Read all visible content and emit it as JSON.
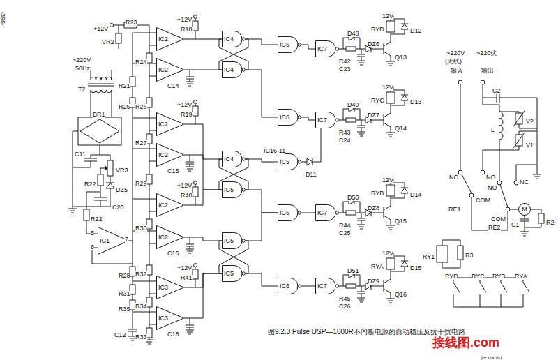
{
  "diagram": {
    "caption": "图9.2.3 Pulse USP—1000R不间断电源的自动稳压及抗干扰电路",
    "nodes": [
      {
        "text": [
          "IC2"
        ]
      },
      {
        "text": [
          "IC2"
        ]
      },
      {
        "text": [
          "IC2"
        ]
      },
      {
        "text": [
          "IC2"
        ]
      },
      {
        "text": [
          "IC2"
        ]
      },
      {
        "text": [
          "IC2"
        ]
      },
      {
        "text": [
          "IC3"
        ]
      },
      {
        "text": [
          "IC3"
        ]
      },
      {
        "text": [
          "IC1"
        ]
      },
      {
        "text": [
          "IC4"
        ]
      },
      {
        "text": [
          "IC4"
        ]
      },
      {
        "text": [
          "IC4"
        ]
      },
      {
        "text": [
          "IC5"
        ]
      },
      {
        "text": [
          "IC5"
        ]
      },
      {
        "text": [
          "IC5"
        ]
      },
      {
        "text": [
          "IC6"
        ]
      },
      {
        "text": [
          "IC6"
        ]
      },
      {
        "text": [
          "IC5"
        ]
      },
      {
        "text": [
          "IC6"
        ]
      },
      {
        "text": [
          "IC6"
        ]
      },
      {
        "text": [
          "IC7"
        ]
      },
      {
        "text": [
          "IC7"
        ]
      },
      {
        "text": [
          "IC7"
        ]
      },
      {
        "text": [
          "IC7"
        ]
      },
      {
        "text": [
          "M"
        ]
      }
    ],
    "edges": [
      {
        "from": 0,
        "to": 9,
        "arrow": "none"
      },
      {
        "from": 1,
        "to": 10,
        "arrow": "none"
      },
      {
        "from": 2,
        "to": 11,
        "arrow": "none"
      },
      {
        "from": 3,
        "to": 12,
        "arrow": "none"
      },
      {
        "from": 4,
        "to": 12,
        "arrow": "none"
      },
      {
        "from": 5,
        "to": 13,
        "arrow": "none"
      },
      {
        "from": 6,
        "to": 14,
        "arrow": "none"
      },
      {
        "from": 7,
        "to": 14,
        "arrow": "none"
      },
      {
        "from": 9,
        "to": 15,
        "arrow": "none"
      },
      {
        "from": 10,
        "to": 16,
        "arrow": "none"
      },
      {
        "from": 11,
        "to": 17,
        "arrow": "none"
      },
      {
        "from": 12,
        "to": 18,
        "arrow": "none"
      },
      {
        "from": 13,
        "to": 18,
        "arrow": "none"
      },
      {
        "from": 14,
        "to": 19,
        "arrow": "none"
      },
      {
        "from": 15,
        "to": 20,
        "arrow": "none"
      },
      {
        "from": 16,
        "to": 21,
        "arrow": "none"
      },
      {
        "from": 18,
        "to": 22,
        "arrow": "none"
      },
      {
        "from": 19,
        "to": 23,
        "arrow": "none"
      }
    ],
    "labels": [
      "·396·",
      "~220V",
      "50Hz",
      "T2",
      "BR1",
      "C11",
      "VR3",
      "R22",
      "DZ5",
      "C20",
      "R22",
      "5",
      "6",
      "7",
      "+12V",
      "R23",
      "VR2",
      "R21",
      "R25",
      "R28",
      "R31",
      "R35",
      "C12",
      "R24",
      "R26",
      "R27",
      "R29",
      "R30",
      "R32",
      "R34",
      "R33",
      "+12V",
      "R18",
      "+12V",
      "R19",
      "+12V",
      "R40",
      "+12V",
      "R41",
      "C14",
      "C15",
      "C16",
      "C18",
      "IC16-11",
      "D11",
      "D48",
      "R42",
      "C23",
      "DZ6",
      "Q13",
      "RYD",
      "D12",
      "12V",
      "D49",
      "R43",
      "C24",
      "DZ7",
      "Q14",
      "RYC",
      "D13",
      "12V",
      "D50",
      "R44",
      "C25",
      "DZ8",
      "Q15",
      "RYB",
      "D14",
      "12V",
      "D51",
      "R45",
      "C26",
      "DZ9",
      "Q16",
      "RYA",
      "D15",
      "12V",
      "~220V",
      "(火线)",
      "输入",
      "~220伏",
      "输出",
      "C2",
      "V2",
      "L",
      "V1",
      "NC",
      "NO",
      "COM",
      "RE1",
      "NO",
      "NC",
      "COM",
      "RE2",
      "C1",
      "R2",
      "RY1",
      "R3",
      "RYD",
      "RYC",
      "RYB",
      "RYA",
      "接线图.com",
      "jiexiantu"
    ]
  }
}
